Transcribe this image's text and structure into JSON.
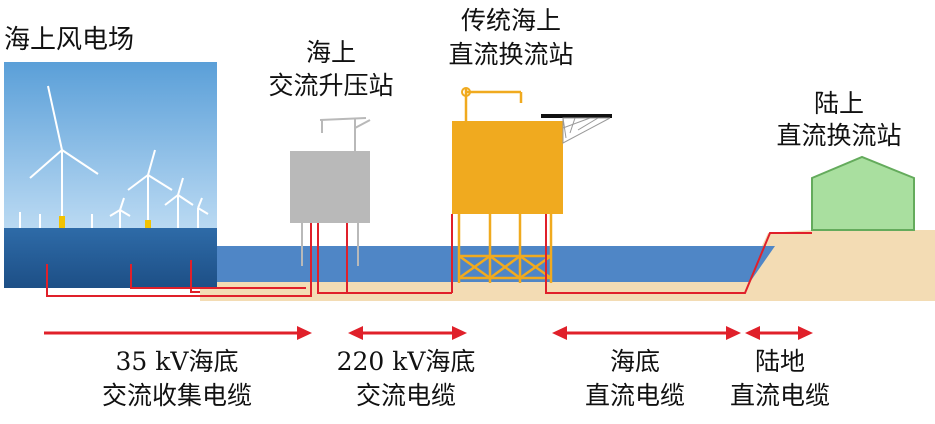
{
  "labels": {
    "wind_farm": "海上风电场",
    "ac_substation_line1": "海上",
    "ac_substation_line2": "交流升压站",
    "dc_converter_line1": "传统海上",
    "dc_converter_line2": "直流换流站",
    "onshore_line1": "陆上",
    "onshore_line2": "直流换流站"
  },
  "cables": {
    "collection_line1": "35 kV海底",
    "collection_line2": "交流收集电缆",
    "ac_export_line1": "220 kV海底",
    "ac_export_line2": "交流电缆",
    "dc_sea_line1": "海底",
    "dc_sea_line2": "直流电缆",
    "dc_land_line1": "陆地",
    "dc_land_line2": "直流电缆"
  },
  "colors": {
    "cable_red": "#e0202a",
    "sea": "#4f86c6",
    "sand": "#f3dcb4",
    "ac_station": "#b9b9b9",
    "dc_station": "#f0aa1f",
    "onshore_station": "#a9df9f"
  }
}
